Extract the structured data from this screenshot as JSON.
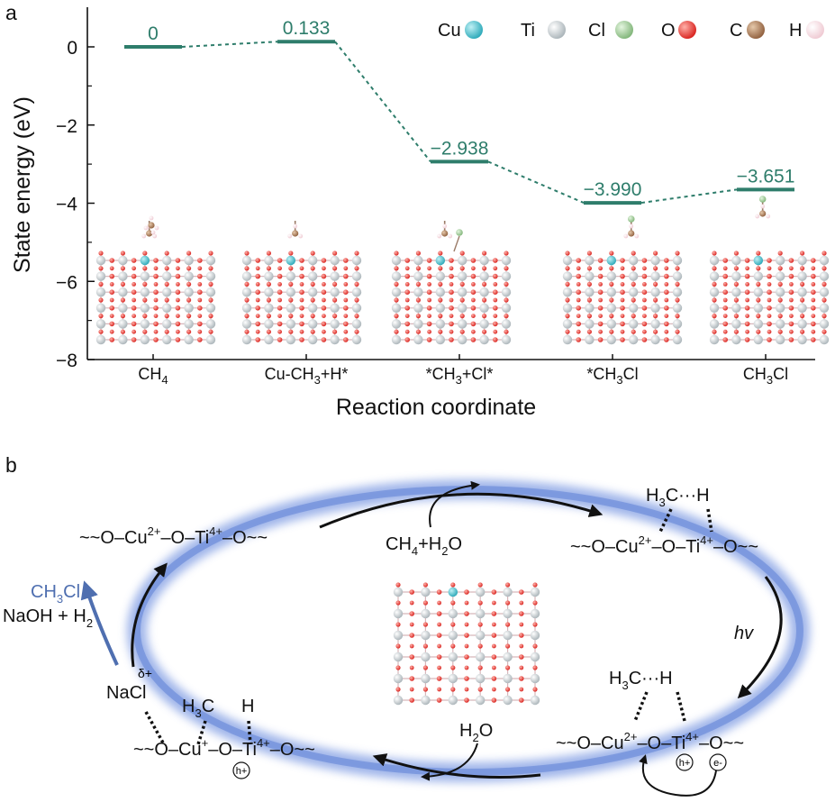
{
  "panel_a": {
    "label": "a",
    "chart_data": {
      "type": "line",
      "ylabel": "State energy (eV)",
      "xlabel": "Reaction coordinate",
      "ylim": [
        -8,
        1
      ],
      "yticks": [
        0,
        -2,
        -4,
        -6,
        -8
      ],
      "ytick_labels": [
        "0",
        "−2",
        "−4",
        "−6",
        "−8"
      ],
      "categories": [
        {
          "main": "CH",
          "sub": "4",
          "rest": ""
        },
        {
          "main": "Cu-CH",
          "sub": "3",
          "rest": "+H*"
        },
        {
          "main": "*CH",
          "sub": "3",
          "rest": "+Cl*"
        },
        {
          "main": "*CH",
          "sub": "3",
          "rest": "Cl"
        },
        {
          "main": "CH",
          "sub": "3",
          "rest": "Cl"
        }
      ],
      "values": [
        0,
        0.133,
        -2.938,
        -3.99,
        -3.651
      ],
      "value_labels": [
        "0",
        "0.133",
        "−2.938",
        "−3.990",
        "−3.651"
      ],
      "line_color": "#2e7d6b",
      "legend": [
        {
          "label": "Cu",
          "color": "#2aa8b8"
        },
        {
          "label": "Ti",
          "color": "#cfd6da"
        },
        {
          "label": "Cl",
          "color": "#8cc084"
        },
        {
          "label": "O",
          "color": "#e23a35"
        },
        {
          "label": "C",
          "color": "#a0714f"
        },
        {
          "label": "H",
          "color": "#f4d9df"
        }
      ]
    }
  },
  "panel_b": {
    "label": "b",
    "top_left_chain": {
      "a": "~~O–Cu",
      "sup1": "2+",
      "b": "–O–Ti",
      "sup2": "4+",
      "c": "–O~~"
    },
    "top_right_chain": {
      "a": "~~O–Cu",
      "sup1": "2+",
      "b": "–O–Ti",
      "sup2": "4+",
      "c": "–O~~"
    },
    "bottom_right_chain": {
      "a": "~~O–Cu",
      "sup1": "2+",
      "b": "–O–Ti",
      "sup2": "4+",
      "c": "–O~~"
    },
    "bottom_left_chain": {
      "a": "~~O–Cu",
      "sup1": "+",
      "b": "–O–Ti",
      "sup2": "4+",
      "c": "–O~~"
    },
    "reactant": {
      "a": "CH",
      "sub1": "4",
      "b": "+H",
      "sub2": "2",
      "c": "O"
    },
    "h3c_h_top": {
      "a": "H",
      "sub": "3",
      "b": "C···H"
    },
    "h3c_h_bottom": {
      "a": "H",
      "sub": "3",
      "b": "C···H"
    },
    "hv": "hv",
    "water": {
      "a": "H",
      "sub": "2",
      "b": "O"
    },
    "h3c_left": {
      "a": "H",
      "sub": "3",
      "b": "C"
    },
    "h_left": "H",
    "delta": "δ+",
    "nacl": "NaCl",
    "product_ch3cl": {
      "a": "CH",
      "sub": "3",
      "b": "Cl"
    },
    "product_naoh": {
      "a": "NaOH + H",
      "sub": "2"
    },
    "hole": "h+",
    "electron": "e-",
    "colors": {
      "ring": "#6f8fd6",
      "product": "#4f6fb0"
    }
  }
}
